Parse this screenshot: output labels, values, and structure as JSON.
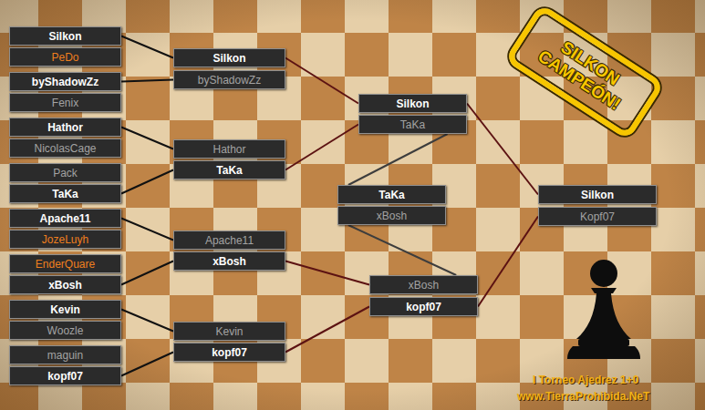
{
  "diagram": {
    "nodes": [
      {
        "text": [
          "Silkon"
        ]
      },
      {
        "text": [
          "PeDo"
        ]
      },
      {
        "text": [
          "byShadowZz"
        ]
      },
      {
        "text": [
          "Fenix"
        ]
      },
      {
        "text": [
          "Hathor"
        ]
      },
      {
        "text": [
          "NicolasCage"
        ]
      },
      {
        "text": [
          "Pack"
        ]
      },
      {
        "text": [
          "TaKa"
        ]
      },
      {
        "text": [
          "Apache11"
        ]
      },
      {
        "text": [
          "JozeLuyh"
        ]
      },
      {
        "text": [
          "EnderQuare"
        ]
      },
      {
        "text": [
          "xBosh"
        ]
      },
      {
        "text": [
          "Kevin"
        ]
      },
      {
        "text": [
          "Woozle"
        ]
      },
      {
        "text": [
          "maguin"
        ]
      },
      {
        "text": [
          "kopf07"
        ]
      },
      {
        "text": [
          "Silkon"
        ]
      },
      {
        "text": [
          "byShadowZz"
        ]
      },
      {
        "text": [
          "Hathor"
        ]
      },
      {
        "text": [
          "TaKa"
        ]
      },
      {
        "text": [
          "Apache11"
        ]
      },
      {
        "text": [
          "xBosh"
        ]
      },
      {
        "text": [
          "Kevin"
        ]
      },
      {
        "text": [
          "kopf07"
        ]
      },
      {
        "text": [
          "Silkon"
        ]
      },
      {
        "text": [
          "TaKa"
        ]
      },
      {
        "text": [
          "TaKa"
        ]
      },
      {
        "text": [
          "xBosh"
        ]
      },
      {
        "text": [
          "xBosh"
        ]
      },
      {
        "text": [
          "kopf07"
        ]
      },
      {
        "text": [
          "Silkon"
        ]
      },
      {
        "text": [
          "Kopf07"
        ]
      }
    ],
    "edges": [
      {
        "from": 0,
        "to": 16,
        "arrow": "none"
      },
      {
        "from": 2,
        "to": 17,
        "arrow": "none"
      },
      {
        "from": 4,
        "to": 18,
        "arrow": "none"
      },
      {
        "from": 7,
        "to": 19,
        "arrow": "none"
      },
      {
        "from": 8,
        "to": 20,
        "arrow": "none"
      },
      {
        "from": 11,
        "to": 21,
        "arrow": "none"
      },
      {
        "from": 12,
        "to": 22,
        "arrow": "none"
      },
      {
        "from": 15,
        "to": 23,
        "arrow": "none"
      },
      {
        "from": 16,
        "to": 24,
        "arrow": "none"
      },
      {
        "from": 19,
        "to": 25,
        "arrow": "none"
      },
      {
        "from": 21,
        "to": 28,
        "arrow": "none"
      },
      {
        "from": 23,
        "to": 29,
        "arrow": "none"
      },
      {
        "from": 25,
        "to": 26,
        "arrow": "none"
      },
      {
        "from": 27,
        "to": 28,
        "arrow": "none"
      },
      {
        "from": 24,
        "to": 30,
        "arrow": "none"
      },
      {
        "from": 29,
        "to": 31,
        "arrow": "none"
      }
    ],
    "labels": [
      "SILKON CAMPEÓN!",
      "I Torneo Ajedrez 1+0",
      "www.TierraProhibida.NeT"
    ]
  }
}
